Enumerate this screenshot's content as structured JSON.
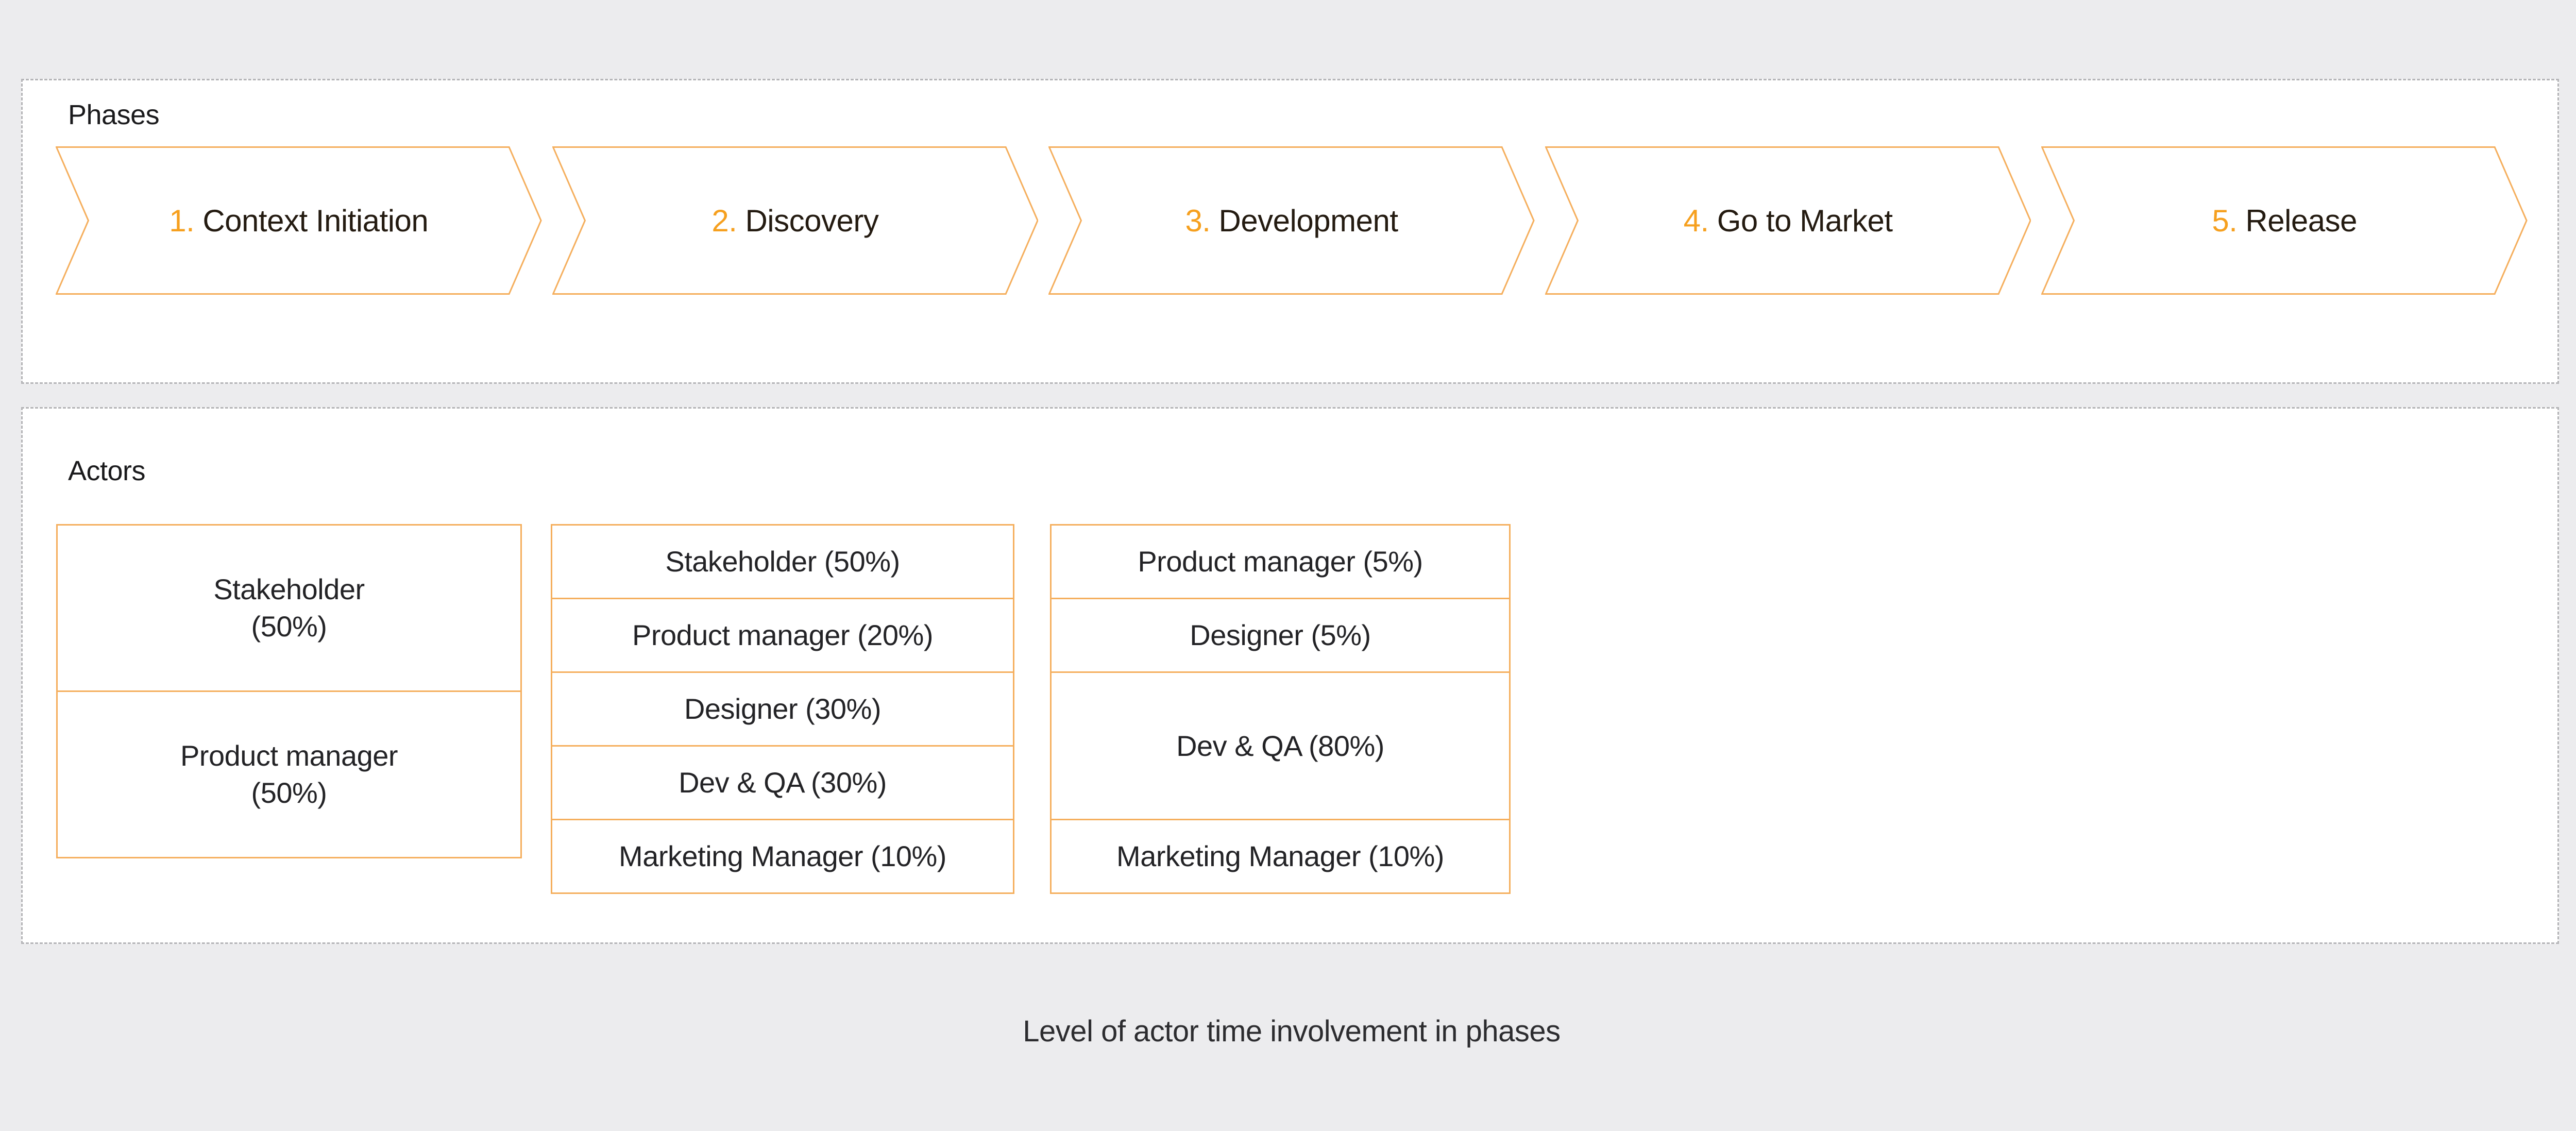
{
  "colors": {
    "page_background": "#ECECEE",
    "panel_background": "#FFFFFF",
    "dashed_border": "#B4B4B7",
    "accent_outline": "#F5AF5E",
    "accent_number": "#F6A01F",
    "phase_text": "#241B11",
    "actor_text": "#232326"
  },
  "phases": {
    "label": "Phases",
    "items": [
      {
        "number": "1.",
        "title": "Context Initiation"
      },
      {
        "number": "2.",
        "title": "Discovery"
      },
      {
        "number": "3.",
        "title": "Development"
      },
      {
        "number": "4.",
        "title": "Go to Market"
      },
      {
        "number": "5.",
        "title": "Release"
      }
    ]
  },
  "actors": {
    "label": "Actors",
    "columns": [
      {
        "rows": [
          {
            "name": "Stakeholder",
            "pct": "(50%)"
          },
          {
            "name": "Product manager",
            "pct": "(50%)"
          }
        ]
      },
      {
        "rows": [
          {
            "text": "Stakeholder (50%)"
          },
          {
            "text": "Product manager (20%)"
          },
          {
            "text": "Designer (30%)"
          },
          {
            "text": "Dev & QA (30%)"
          },
          {
            "text": "Marketing Manager (10%)"
          }
        ]
      },
      {
        "rows": [
          {
            "text": "Product manager (5%)"
          },
          {
            "text": "Designer (5%)"
          },
          {
            "text": "Dev & QA (80%)"
          },
          {
            "text": "Marketing Manager (10%)"
          }
        ]
      }
    ]
  },
  "caption": "Level of actor time involvement in phases"
}
